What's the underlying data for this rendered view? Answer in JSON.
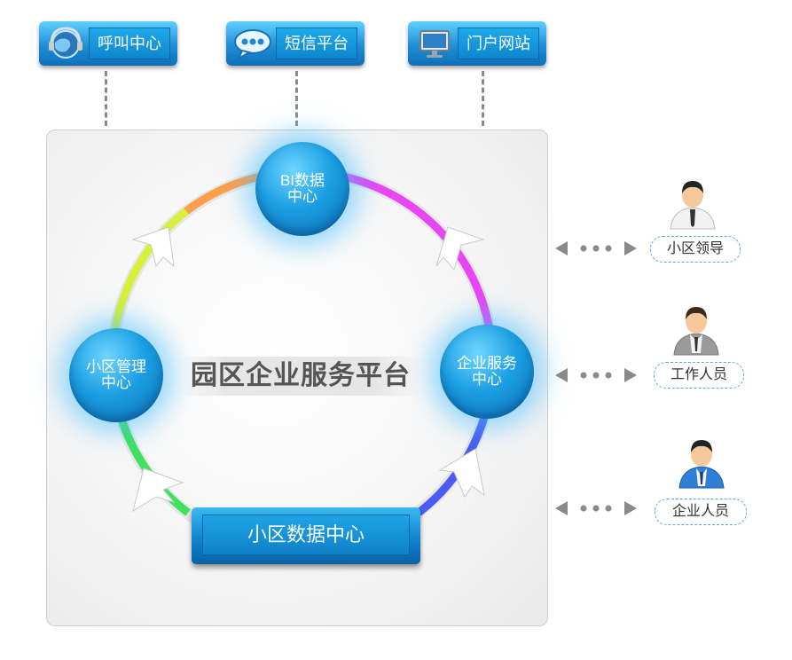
{
  "top_buttons": [
    {
      "label": "呼叫中心",
      "icon": "globe-headset-icon"
    },
    {
      "label": "短信平台",
      "icon": "chat-bubble-icon"
    },
    {
      "label": "门户网站",
      "icon": "monitor-icon"
    }
  ],
  "platform": {
    "title": "园区企业服务平台",
    "nodes": {
      "bi": {
        "line1": "BI数据",
        "line2": "中心"
      },
      "community_mgmt": {
        "line1": "小区管理",
        "line2": "中心"
      },
      "enterprise_service": {
        "line1": "企业服务",
        "line2": "中心"
      }
    },
    "data_center": "小区数据中心"
  },
  "roles": [
    {
      "label": "小区领导",
      "icon": "leader-avatar-icon"
    },
    {
      "label": "工作人员",
      "icon": "staff-avatar-icon"
    },
    {
      "label": "企业人员",
      "icon": "enterprise-avatar-icon"
    }
  ],
  "colors": {
    "accent_blue": "#1b9ee3",
    "ring_gradient": [
      "#ff9a3c",
      "#e040fb",
      "#3d5afe",
      "#2ee66b",
      "#ffe43a"
    ]
  }
}
